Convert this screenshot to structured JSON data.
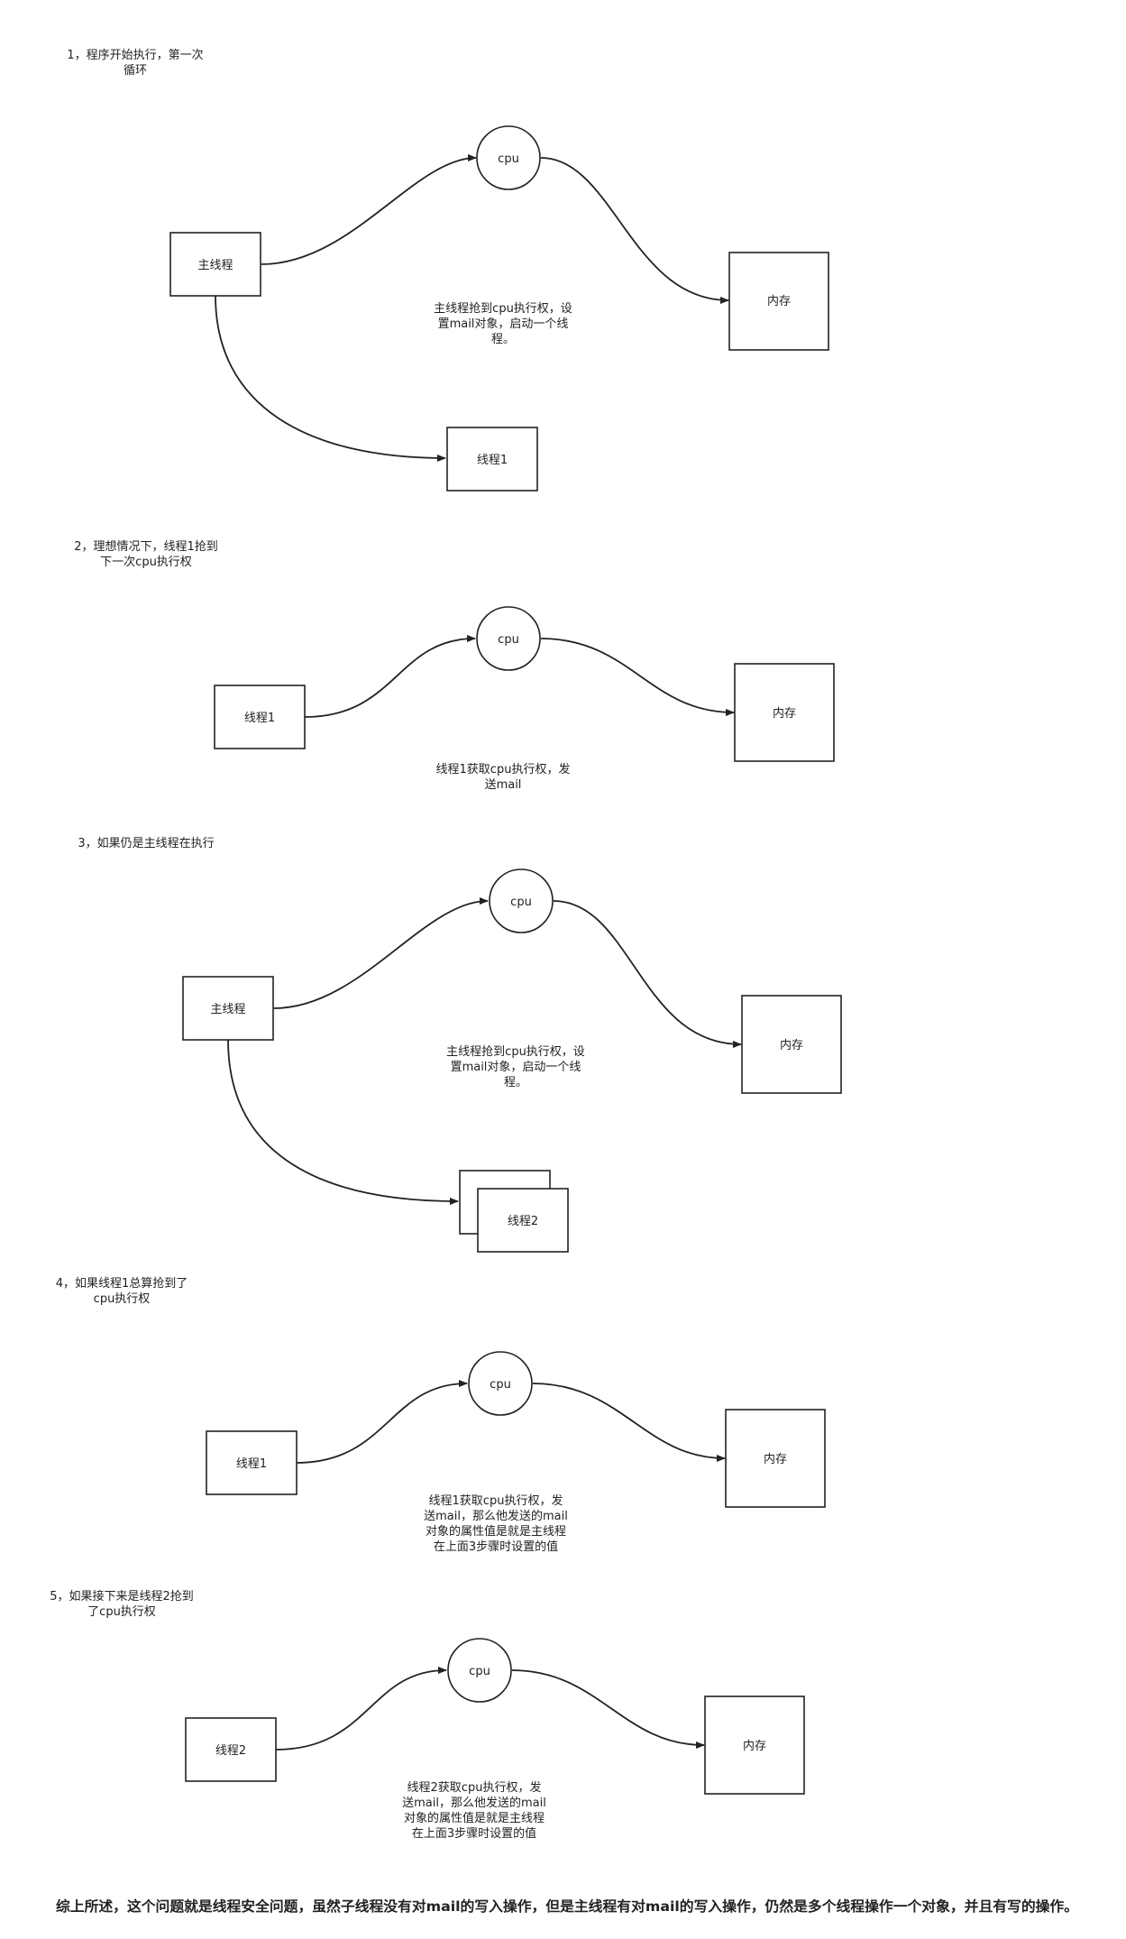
{
  "steps": [
    {
      "title": [
        "1，程序开始执行，第一次",
        "循环"
      ],
      "source": "主线程",
      "cpu": "cpu",
      "memory": "内存",
      "target": "线程1",
      "note": [
        "主线程抢到cpu执行权，设",
        "置mail对象，启动一个线",
        "程。"
      ]
    },
    {
      "title": [
        "2，理想情况下，线程1抢到",
        "下一次cpu执行权"
      ],
      "source": "线程1",
      "cpu": "cpu",
      "memory": "内存",
      "note": [
        "线程1获取cpu执行权，发",
        "送mail"
      ]
    },
    {
      "title": [
        "3，如果仍是主线程在执行"
      ],
      "source": "主线程",
      "cpu": "cpu",
      "memory": "内存",
      "target": "线程2",
      "note": [
        "主线程抢到cpu执行权，设",
        "置mail对象，启动一个线",
        "程。"
      ]
    },
    {
      "title": [
        "4，如果线程1总算抢到了",
        "cpu执行权"
      ],
      "source": "线程1",
      "cpu": "cpu",
      "memory": "内存",
      "note": [
        "线程1获取cpu执行权，发",
        "送mail，那么他发送的mail",
        "对象的属性值是就是主线程",
        "在上面3步骤时设置的值"
      ]
    },
    {
      "title": [
        "5，如果接下来是线程2抢到",
        "了cpu执行权"
      ],
      "source": "线程2",
      "cpu": "cpu",
      "memory": "内存",
      "note": [
        "线程2获取cpu执行权，发",
        "送mail，那么他发送的mail",
        "对象的属性值是就是主线程",
        "在上面3步骤时设置的值"
      ]
    }
  ],
  "summary": "综上所述，这个问题就是线程安全问题，虽然子线程没有对mail的写入操作，但是主线程有对mail的写入操作，仍然是多个线程操作一个对象，并且有写的操作。"
}
